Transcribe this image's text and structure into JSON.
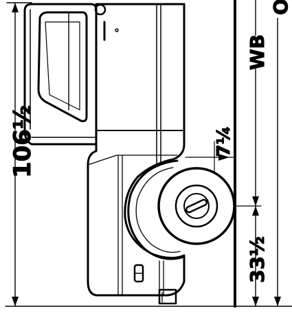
{
  "diagram": {
    "dimensions": {
      "overall_height": "106½",
      "ground_clearance": "7¼",
      "wheel_center_height": "33½",
      "wheelbase": "WB",
      "overall_length_initial": "O"
    },
    "colors": {
      "ink": "#000000",
      "paper": "#ffffff"
    }
  }
}
